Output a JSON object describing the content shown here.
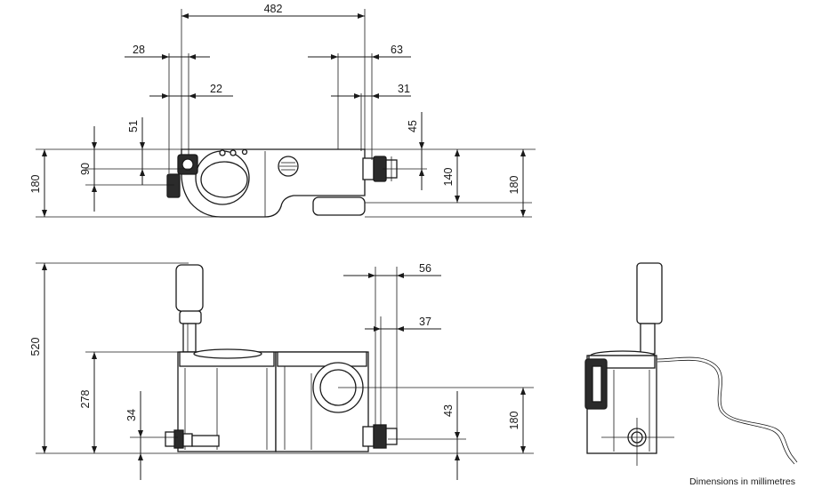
{
  "top_view": {
    "dims": {
      "overall_width": "482",
      "left_outer": "28",
      "left_inner": "22",
      "right_outer": "63",
      "right_inner": "31",
      "left_height_51": "51",
      "left_height_90": "90",
      "left_height_180": "180",
      "right_height_45": "45",
      "right_height_140": "140",
      "right_height_180": "180"
    }
  },
  "front_view": {
    "dims": {
      "total_height": "520",
      "body_height": "278",
      "outlet_height": "34",
      "right_outer": "56",
      "right_inner": "37",
      "inlet_height": "43",
      "inlet_total": "180"
    }
  },
  "side_view": {},
  "note": "Dimensions in millimetres"
}
